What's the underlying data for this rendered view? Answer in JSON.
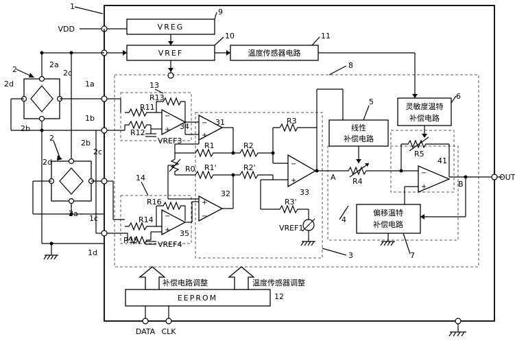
{
  "blocks": {
    "vreg": "VREG",
    "vref": "VREF",
    "temp_sensor": "温度传感器电路",
    "linear_comp_1": "线性",
    "linear_comp_2": "补偿电路",
    "sens_temp_1": "灵敏度温特",
    "sens_temp_2": "补偿电路",
    "offset_temp_1": "偏移温特",
    "offset_temp_2": "补偿电路",
    "eeprom": "EEPROM"
  },
  "pins": {
    "vdd": "VDD",
    "out": "OUT",
    "data": "DATA",
    "clk": "CLK"
  },
  "arrows": {
    "comp_adjust": "补偿电路调整",
    "sensor_adjust": "温度传感器调整"
  },
  "nodes": {
    "a": "A",
    "b": "B"
  },
  "components": {
    "r11": "R11",
    "r12": "R12",
    "r13": "R13",
    "r14": "R14",
    "r15": "R15",
    "r16": "R16",
    "r1": "R1",
    "r2": "R2",
    "r3": "R3",
    "r0": "R0",
    "r1p": "R1'",
    "r2p": "R2'",
    "r3p": "R3'",
    "r4": "R4",
    "r5": "R5",
    "vref1": "VREF1",
    "vref3": "VREF3",
    "vref4": "VREF4"
  },
  "refs": {
    "n1": "1",
    "n2a": "2",
    "n2b": "2",
    "n3": "3",
    "n4": "4",
    "n5": "5",
    "n6": "6",
    "n7": "7",
    "n8": "8",
    "n9": "9",
    "n10": "10",
    "n11": "11",
    "n12": "12",
    "n13": "13",
    "n14": "14",
    "n31": "31",
    "n32": "32",
    "n33": "33",
    "n34": "34",
    "n35": "35",
    "n41": "41",
    "n1a": "1a",
    "n1b": "1b",
    "n1c": "1c",
    "n1d": "1d",
    "n2a_top": "2a",
    "n2c_top": "2c",
    "n2d_top": "2d",
    "n2b_top": "2b",
    "n2b_bot": "2b",
    "n2c_bot": "2c",
    "n2d_bot": "2d",
    "n2a_bot": "2a"
  }
}
